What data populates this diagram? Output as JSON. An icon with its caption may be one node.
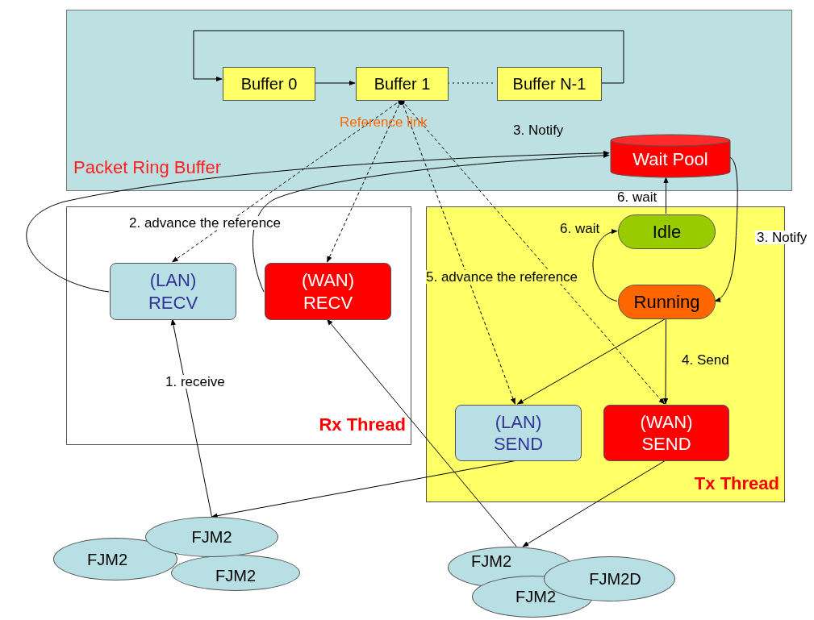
{
  "diagram": {
    "nodes": [
      {
        "text": [
          "Packet Ring Buffer"
        ]
      },
      {
        "text": [
          "Buffer 0"
        ],
        "in": 0
      },
      {
        "text": [
          "Buffer 1"
        ],
        "in": 0
      },
      {
        "text": [
          "Buffer N-1"
        ],
        "in": 0
      },
      {
        "text": [
          "Wait Pool"
        ],
        "in": 0
      },
      {
        "text": [
          "Rx Thread"
        ]
      },
      {
        "text": [
          "(LAN) RECV"
        ],
        "in": 5
      },
      {
        "text": [
          "(WAN) RECV"
        ],
        "in": 5
      },
      {
        "text": [
          "Tx Thread"
        ]
      },
      {
        "text": [
          "Idle"
        ],
        "in": 8
      },
      {
        "text": [
          "Running"
        ],
        "in": 8
      },
      {
        "text": [
          "(LAN) SEND"
        ],
        "in": 8
      },
      {
        "text": [
          "(WAN) SEND"
        ],
        "in": 8
      },
      {
        "text": [
          "FJM2"
        ]
      },
      {
        "text": [
          "FJM2"
        ]
      },
      {
        "text": [
          "FJM2"
        ]
      },
      {
        "text": [
          "FJM2"
        ]
      },
      {
        "text": [
          "FJM2"
        ]
      },
      {
        "text": [
          "FJM2D"
        ]
      }
    ],
    "edges": [
      {
        "from": 1,
        "to": 2,
        "arrow": "to"
      },
      {
        "from": 3,
        "to": 1,
        "arrow": "to"
      },
      {
        "from": 2,
        "to": 3,
        "arrow": "none",
        "style": "dashed"
      },
      {
        "from": 2,
        "to": 6,
        "arrow": "to",
        "style": "dashed"
      },
      {
        "from": 2,
        "to": 7,
        "arrow": "to",
        "style": "dashed"
      },
      {
        "from": 2,
        "to": 11,
        "arrow": "to",
        "style": "dashed"
      },
      {
        "from": 2,
        "to": 12,
        "arrow": "to",
        "style": "dashed"
      },
      {
        "from": 6,
        "to": 4,
        "arrow": "to",
        "label": "3. Notify"
      },
      {
        "from": 7,
        "to": 4,
        "arrow": "to"
      },
      {
        "from": 4,
        "to": 10,
        "arrow": "to",
        "label": "3. Notify"
      },
      {
        "from": 9,
        "to": 4,
        "arrow": "to",
        "label": "6. wait"
      },
      {
        "from": 10,
        "to": 9,
        "arrow": "to",
        "label": "6. wait"
      },
      {
        "from": 10,
        "to": 12,
        "arrow": "to",
        "label": "4. Send"
      },
      {
        "from": 10,
        "to": 11,
        "arrow": "to"
      },
      {
        "from": 11,
        "to": 14,
        "arrow": "to"
      },
      {
        "from": 12,
        "to": 16,
        "arrow": "to"
      },
      {
        "from": 14,
        "to": 6,
        "arrow": "to",
        "label": "1. receive"
      },
      {
        "from": 16,
        "to": 7,
        "arrow": "to"
      }
    ],
    "labels": [
      "Reference link",
      "2. advance the reference",
      "5. advance the reference"
    ]
  }
}
